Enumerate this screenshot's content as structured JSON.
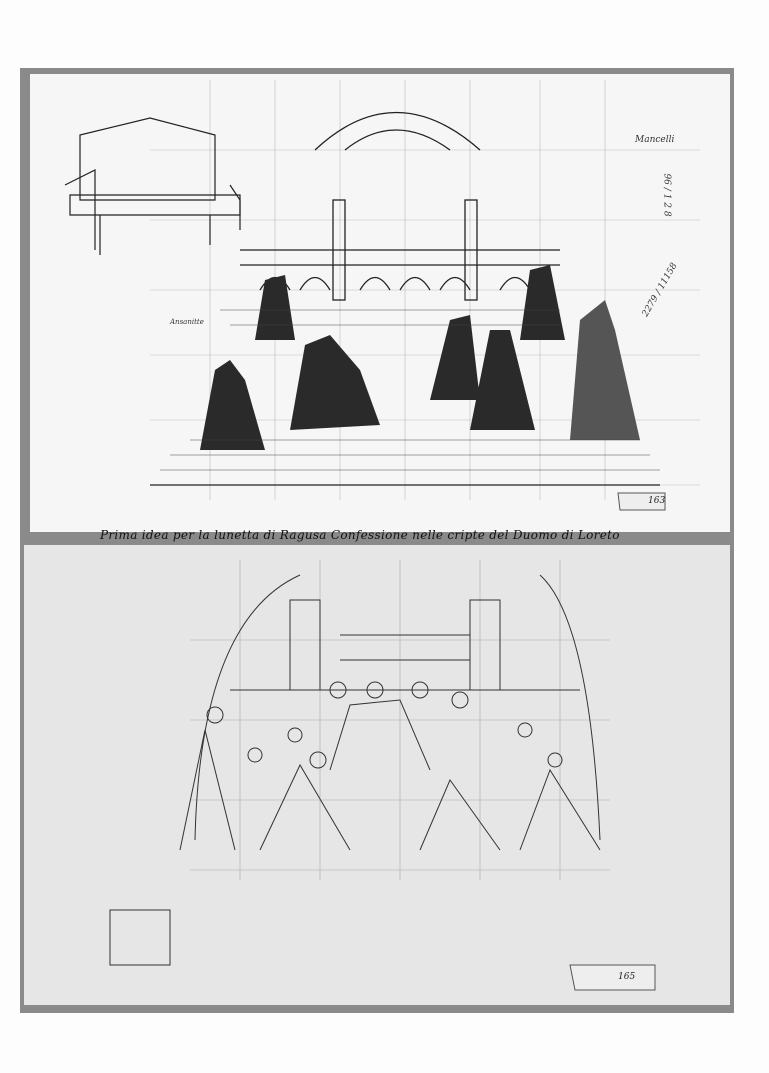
{
  "caption": "Prima idea per la lunetta di Ragusa Confessione nelle cripte del Duomo di Loreto",
  "top_sheet": {
    "corner_note": "Mancelli",
    "side_label": "Ansanitte",
    "fraction_1": "96 / 1 2 8",
    "fraction_2": "2279 / 11158",
    "sheet_number": "163"
  },
  "bottom_sheet": {
    "sheet_number": "165"
  }
}
